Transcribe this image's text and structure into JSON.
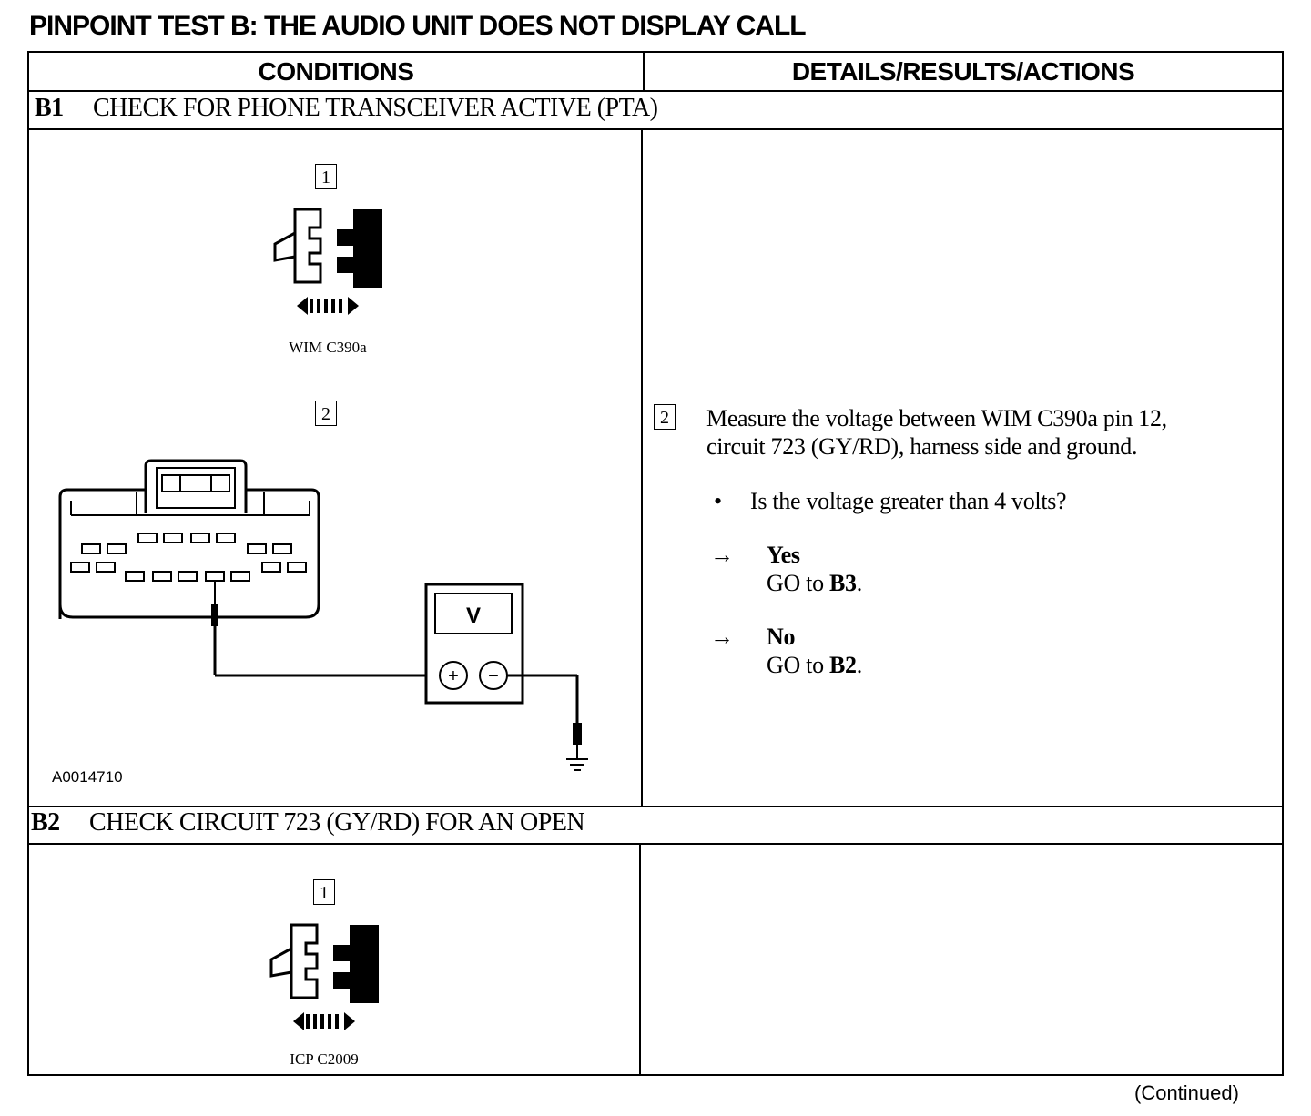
{
  "title": "PINPOINT TEST B:  THE AUDIO UNIT DOES NOT DISPLAY CALL",
  "table": {
    "col_conditions": "CONDITIONS",
    "col_details": "DETAILS/RESULTS/ACTIONS"
  },
  "b1": {
    "id": "B1",
    "heading": "CHECK FOR PHONE TRANSCEIVER ACTIVE (PTA)",
    "step1_num": "1",
    "connector_label": "WIM C390a",
    "step2_num": "2",
    "meter_symbol": "V",
    "meter_plus": "+",
    "meter_minus": "−",
    "figure_code": "A0014710",
    "detail": {
      "step_num": "2",
      "line1": "Measure the voltage between WIM C390a pin 12,",
      "line2": "circuit 723 (GY/RD), harness side and ground.",
      "bullet": "•",
      "question": "Is the voltage greater than 4 volts?",
      "arrow": "→",
      "yes_label": "Yes",
      "yes_action_prefix": "GO to ",
      "yes_target": "B3",
      "no_label": "No",
      "no_action_prefix": "GO to ",
      "no_target": "B2",
      "period": "."
    }
  },
  "b2": {
    "id": "B2",
    "heading": "CHECK CIRCUIT 723 (GY/RD) FOR AN OPEN",
    "step1_num": "1",
    "connector_label": "ICP C2009"
  },
  "footer": {
    "continued": "(Continued)"
  }
}
